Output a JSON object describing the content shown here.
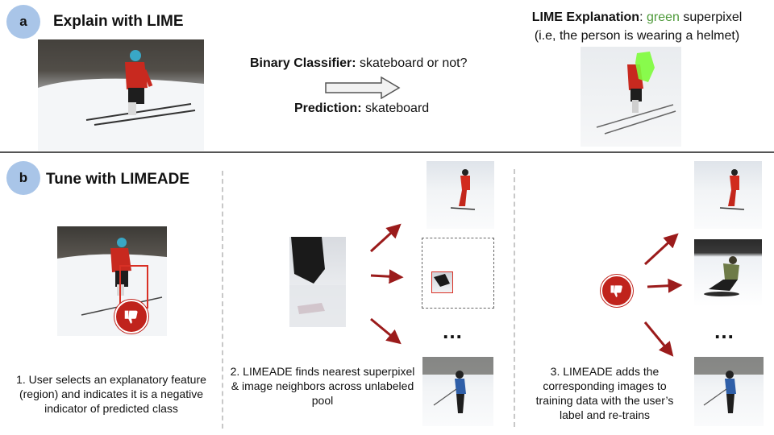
{
  "section_a": {
    "badge": "a",
    "title": "Explain with LIME",
    "classifier_label": "Binary Classifier:",
    "classifier_text": " skateboard or not?",
    "prediction_label": "Prediction:",
    "prediction_text": " skateboard",
    "lime_title_bold": "LIME Explanation",
    "lime_title_colon": ": ",
    "lime_green_word": "green",
    "lime_title_rest": " superpixel",
    "lime_subtitle": "(i.e, the person is wearing a helmet)"
  },
  "section_b": {
    "badge": "b",
    "title": "Tune with LIMEADE",
    "step1": "1. User selects an explanatory feature (region) and indicates it is a negative indicator of predicted class",
    "step2": "2. LIMEADE finds nearest superpixel & image neighbors across unlabeled pool",
    "step3": "3. LIMEADE adds the corresponding images to training data with the user’s label and re-trains",
    "ellipsis_mid": "…",
    "ellipsis_right": "…"
  },
  "colors": {
    "badge_bg": "#a9c5e8",
    "green_word": "#4e9a3a",
    "arrow_dark_red": "#9b1b1b",
    "thumb_red": "#c0231c",
    "selection_box": "#d93025",
    "divider": "#555555"
  },
  "icons": [
    "thumbs-down-icon",
    "arrow-right-icon"
  ]
}
